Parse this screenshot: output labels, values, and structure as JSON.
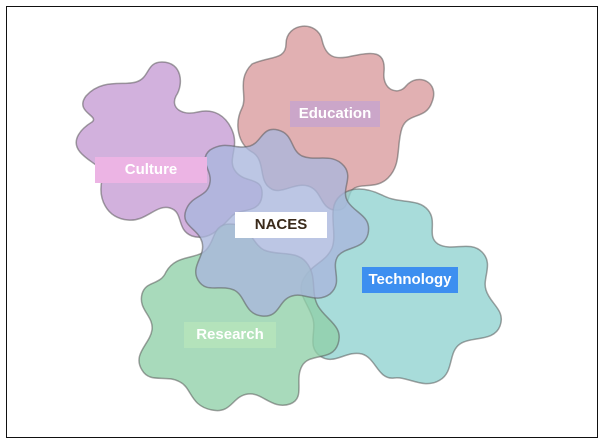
{
  "diagram": {
    "center_label": "NACES",
    "pieces": [
      {
        "id": "education",
        "label": "Education",
        "fill": "#d99a9c",
        "tag": "#cba6c9"
      },
      {
        "id": "culture",
        "label": "Culture",
        "fill": "#c59bd3",
        "tag": "#ecb4e4"
      },
      {
        "id": "technology",
        "label": "Technology",
        "fill": "#8fd2d0",
        "tag": "#3d8ff0"
      },
      {
        "id": "research",
        "label": "Research",
        "fill": "#8fcfa8",
        "tag": "#b4e3bb"
      },
      {
        "id": "naces",
        "fill": "#a9b6dc",
        "tag": "#ffffff"
      }
    ]
  }
}
